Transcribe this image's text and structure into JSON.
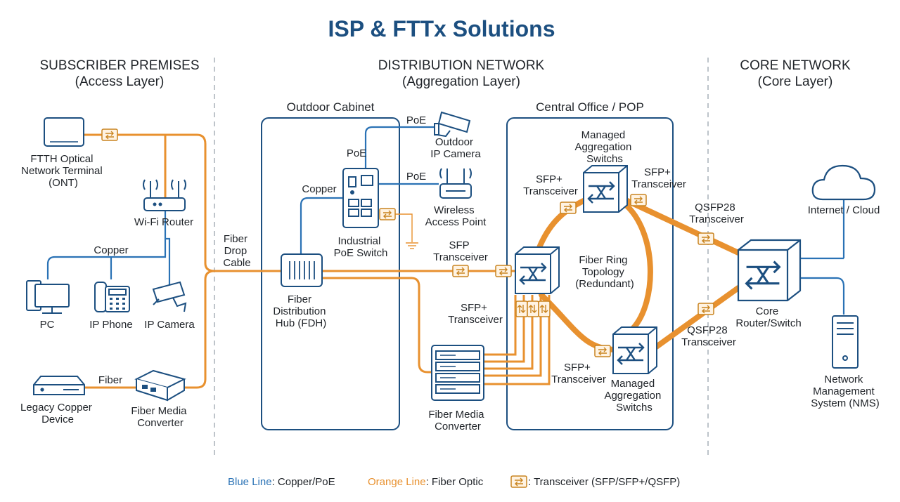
{
  "title": "ISP & FTTx Solutions",
  "sections": {
    "subscriber": {
      "title": "SUBSCRIBER PREMISES",
      "subtitle": "(Access Layer)"
    },
    "distribution": {
      "title": "DISTRIBUTION NETWORK",
      "subtitle": "(Aggregation Layer)"
    },
    "core": {
      "title": "CORE NETWORK",
      "subtitle": "(Core Layer)"
    }
  },
  "boxes": {
    "outdoor_cabinet": "Outdoor Cabinet",
    "central_office": "Central Office / POP"
  },
  "devices": {
    "ont": [
      "FTTH Optical",
      "Network Terminal",
      "(ONT)"
    ],
    "wifi_router": [
      "Wi-Fi Router"
    ],
    "pc": [
      "PC"
    ],
    "ip_phone": [
      "IP Phone"
    ],
    "ip_camera": [
      "IP Camera"
    ],
    "legacy_device": [
      "Legacy Copper",
      "Device"
    ],
    "fiber_media_converter_small": [
      "Fiber Media",
      "Converter"
    ],
    "fdh": [
      "Fiber",
      "Distribution",
      "Hub (FDH)"
    ],
    "poe_switch": [
      "Industrial",
      "PoE Switch"
    ],
    "outdoor_camera": [
      "Outdoor",
      "IP Camera"
    ],
    "wireless_ap": [
      "Wireless",
      "Access Point"
    ],
    "fiber_media_converter_rack": [
      "Fiber Media",
      "Converter"
    ],
    "agg_switch_top": [
      "Managed",
      "Aggregation",
      "Switchs"
    ],
    "agg_switch_bottom": [
      "Managed",
      "Aggregation",
      "Switchs"
    ],
    "ring": [
      "Fiber Ring",
      "Topology",
      "(Redundant)"
    ],
    "core_router": [
      "Core",
      "Router/Switch"
    ],
    "internet": [
      "Internet / Cloud"
    ],
    "nms": [
      "Network",
      "Management",
      "System (NMS)"
    ]
  },
  "link_labels": {
    "copper_sub": "Copper",
    "fiber_sub": "Fiber",
    "fiber_drop": [
      "Fiber",
      "Drop",
      "Cable"
    ],
    "copper_cab": "Copper",
    "poe_1": "PoE",
    "poe_2": "PoE",
    "poe_3": "PoE",
    "sfp": [
      "SFP",
      "Transceiver"
    ],
    "sfp_plus_left": [
      "SFP+",
      "Transceiver"
    ],
    "sfp_plus_top_left": [
      "SFP+",
      "Transceiver"
    ],
    "sfp_plus_top_right": [
      "SFP+",
      "Transceiver"
    ],
    "sfp_plus_bottom": [
      "SFP+",
      "Transceiver"
    ],
    "qsfp_top": [
      "QSFP28",
      "Transceiver"
    ],
    "qsfp_bottom": [
      "QSFP28",
      "Transceiver"
    ]
  },
  "legend": {
    "blue_key": "Blue Line",
    "blue_text": ": Copper/PoE",
    "orange_key": "Orange Line",
    "orange_text": ": Fiber Optic",
    "transceiver_text": ": Transceiver (SFP/SFP+/QSFP)"
  },
  "colors": {
    "copper": "#2a72b5",
    "fiber": "#e8912f",
    "device": "#1c4f80",
    "title": "#1c4f80"
  }
}
